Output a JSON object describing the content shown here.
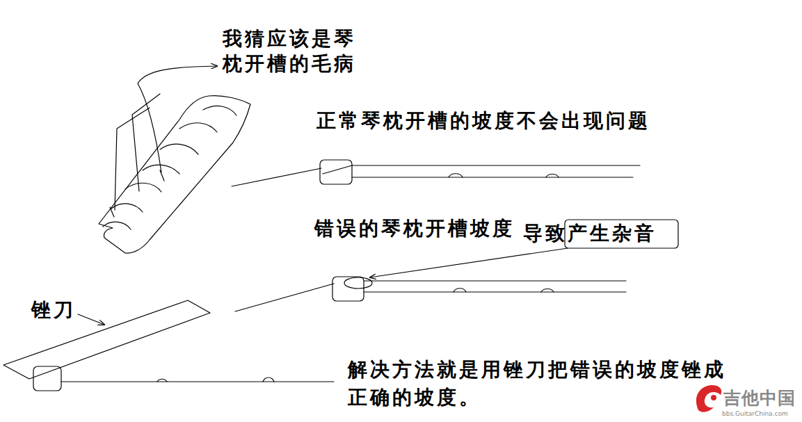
{
  "diagram": {
    "labels": [
      "我猜应该是琴 枕开槽的毛病",
      "正常琴枕开槽的坡度不会出现问题",
      "错误的琴枕开槽坡度",
      "导致产生杂音",
      "锉刀",
      "解决方法就是用锉刀把错误的坡度锉成 正确的坡度。",
      "吉他中国",
      "bbs.GuitarChina.com"
    ]
  }
}
